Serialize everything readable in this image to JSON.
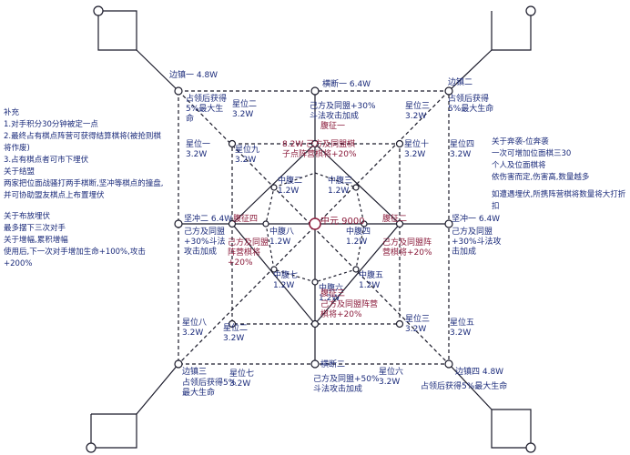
{
  "center": {
    "name": "中元 9000"
  },
  "inner_nodes": {
    "tl": "中腹二",
    "tl_v": "1.2W",
    "tr": "中腹三",
    "tr_v": "1.2W",
    "ml": "中腹八",
    "ml_v": "1.2W",
    "mr": "中腹四",
    "mr_v": "1.2W",
    "bl": "中腹七",
    "bl_v": "1.2W",
    "br": "中腹五",
    "br_v": "1.2W",
    "bm": "中腹六",
    "bm_v": "1.2W"
  },
  "aspects": {
    "north": {
      "title": "腹征一",
      "line1": "8.2W 己方及同盟棋",
      "line2": "子点阵营棋将+20%"
    },
    "south": {
      "title": "腹征三",
      "line1": "己方及同盟阵营",
      "line2": "棋将+20%"
    },
    "west": {
      "title": "腹征四",
      "line1": "己方及同盟",
      "line2": "阵营棋将",
      "line3": "+20%"
    },
    "east": {
      "title": "腹征二",
      "line1": "己方及同盟阵",
      "line2": "营棋将+20%"
    }
  },
  "stars": {
    "n_left": "星位九",
    "n_left_v": "3.2W",
    "n_right": "星位十",
    "n_right_v": "3.2W",
    "w_top": "星位一",
    "w_top_v": "3.2W",
    "w_bot": "星位八",
    "w_bot_v": "3.2W",
    "e_top": "星位四",
    "e_top_v": "3.2W",
    "e_bot": "星位五",
    "e_bot_v": "3.2W",
    "ln_top": "星位七",
    "ln_top_v": "3.2W",
    "ln_bot": "星位六",
    "ln_bot_v": "3.2W",
    "top_left": "星位二",
    "top_left_v": "3.2W",
    "top_right": "星位三",
    "top_right_v": "3.2W",
    "bot_left": "星位二",
    "bot_left_v": "3.2W",
    "bot_right": "星位三",
    "bot_right_v": "3.2W"
  },
  "gates": {
    "north": {
      "title": "横断一 6.4W",
      "line1": "己方及同盟+30%",
      "line2": "斗法攻击加成"
    },
    "south": {
      "title": "横断二",
      "line1": "己方及同盟+50%",
      "line2": "斗法攻击加成"
    },
    "west": {
      "title": "坚冲二 6.4W",
      "line1": "己方及同盟",
      "line2": "+30%斗法",
      "line3": "攻击加成"
    },
    "east": {
      "title": "坚冲一 6.4W",
      "line1": "己方及同盟",
      "line2": "+30%斗法攻",
      "line3": "击加成"
    }
  },
  "corners": {
    "tl": {
      "title": "边镇一 4.8W",
      "line1": "占领后获得",
      "line2": "5%最大生",
      "line3": "命"
    },
    "tr": {
      "title": "边镇二",
      "line1": "占领后获得",
      "line2": "5%最大生命"
    },
    "bl": {
      "title": "边镇三",
      "line1": "占领后获得5%",
      "line2": "最大生命"
    },
    "br": {
      "title": "边镇四 4.8W",
      "line1": "占领后获得5%最大生命"
    }
  },
  "notes_left": {
    "heading": "补充",
    "l1": "1.对手积分30分钟被定一点",
    "l2": "2.最终占有棋点阵营可获得结算棋将(被抢则棋将作废)",
    "l3": "3.占有棋点者可市下埋伏",
    "alliance_heading": "关于结盟",
    "alliance_text": "两家把位面战骚打两手棋断,坚冲等棋点的撞盘,并可协助盟友棋点上布置埋伏",
    "ambush_heading": "关于布放埋伏",
    "ambush_text": "最多摆下三次对手",
    "hint_heading": "关于增幅,累积增幅",
    "hint_text": "使用后,下一次对手增加生命+100%,攻击+200%"
  },
  "notes_right": {
    "p1": "关于奔袭-位奔袭",
    "p2": "一次可增加位面棋三30",
    "p3": "个人及位面棋将",
    "p4": "依伤害而定,伤害高,数量越多",
    "p5": "如遭遇埋伏,所携阵营棋将数量将大打折扣"
  }
}
